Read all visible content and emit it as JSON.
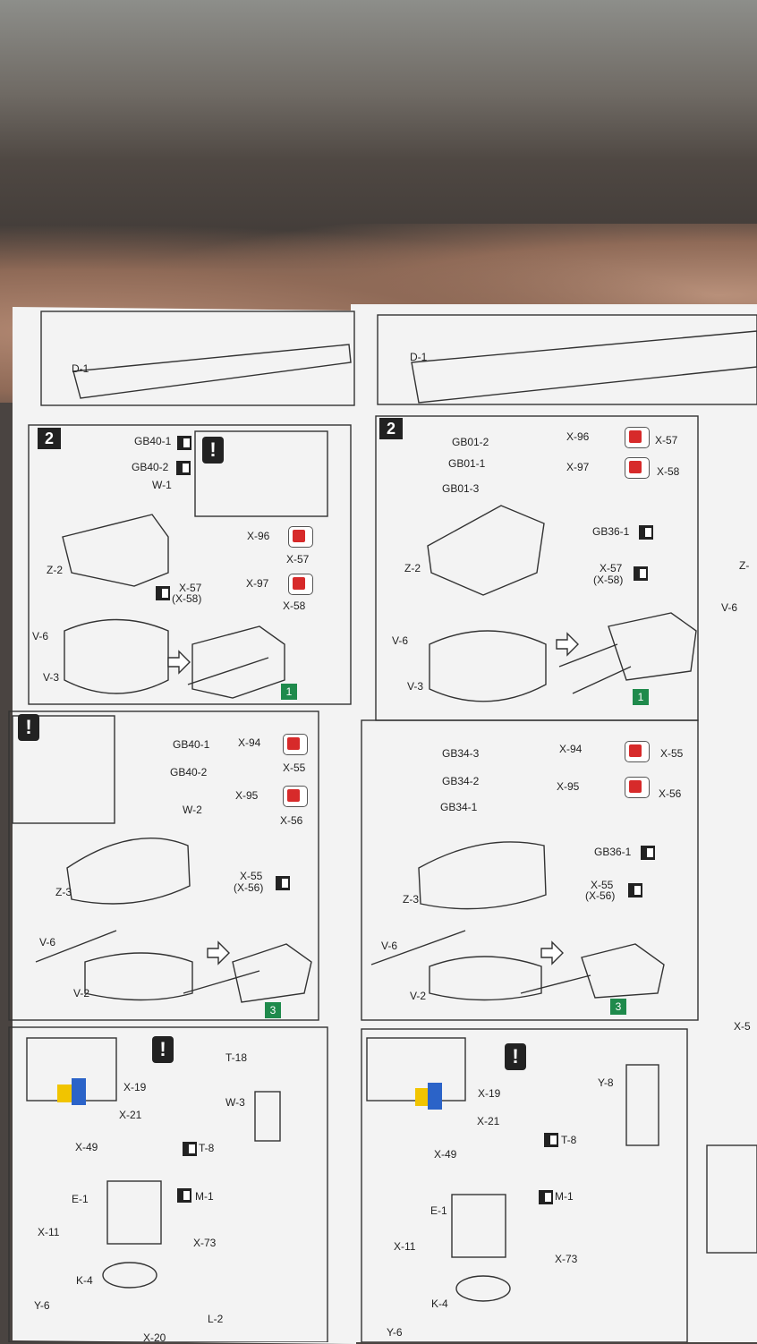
{
  "photo": {
    "subject": "model ship instruction sheets"
  },
  "left_sheet": {
    "top_part": "D-1",
    "step_a": {
      "number": "2",
      "badge": "1",
      "parts": [
        "GB40-1",
        "GB40-2",
        "W-1",
        "Z-2",
        "V-6",
        "V-3",
        "X-57",
        "(X-58)",
        "X-96",
        "X-57",
        "X-97",
        "X-58"
      ]
    },
    "step_b": {
      "badge": "3",
      "parts": [
        "GB40-1",
        "GB40-2",
        "W-2",
        "Z-3",
        "V-6",
        "V-2",
        "X-55",
        "(X-56)",
        "X-94",
        "X-55",
        "X-95",
        "X-56"
      ]
    },
    "step_c": {
      "parts": [
        "X-19",
        "X-21",
        "T-18",
        "W-3",
        "T-8",
        "M-1",
        "X-49",
        "E-1",
        "X-11",
        "K-4",
        "Y-6",
        "X-73",
        "L-2",
        "X-20"
      ]
    }
  },
  "right_sheet": {
    "top_part": "D-1",
    "step_a": {
      "number": "2",
      "badge": "1",
      "parts": [
        "GB01-2",
        "GB01-1",
        "GB01-3",
        "X-96",
        "X-57",
        "X-97",
        "X-58",
        "GB36-1",
        "X-57",
        "(X-58)",
        "Z-2",
        "V-6",
        "V-3"
      ]
    },
    "step_b": {
      "badge": "3",
      "parts": [
        "GB34-3",
        "GB34-2",
        "GB34-1",
        "X-94",
        "X-55",
        "X-95",
        "X-56",
        "GB36-1",
        "X-55",
        "(X-56)",
        "Z-3",
        "V-6",
        "V-2"
      ]
    },
    "step_c": {
      "parts": [
        "X-19",
        "X-21",
        "Y-8",
        "T-8",
        "M-1",
        "X-49",
        "E-1",
        "X-11",
        "K-4",
        "Y-6",
        "X-73"
      ]
    }
  },
  "edge_labels": [
    "Z-",
    "V-6",
    "X-5"
  ],
  "colors": {
    "red": "#d72a2a",
    "green": "#1f8a4c",
    "blue": "#2b63c8",
    "yellow": "#f1c400"
  }
}
